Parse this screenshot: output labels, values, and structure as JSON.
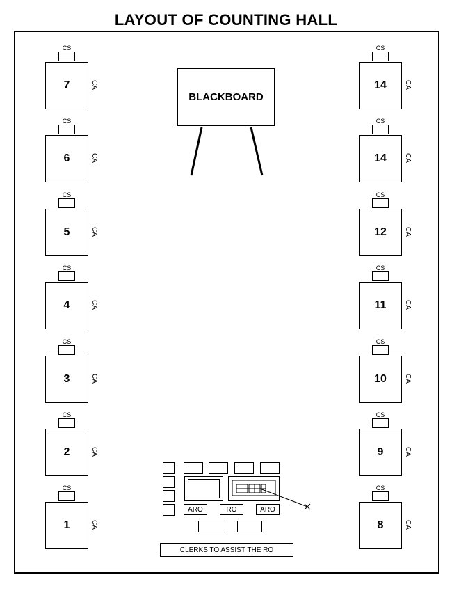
{
  "title": "LAYOUT OF COUNTING HALL",
  "blackboard_label": "BLACKBOARD",
  "cs_label": "CS",
  "ca_label": "CA",
  "left_tables": [
    "7",
    "6",
    "5",
    "4",
    "3",
    "2",
    "1"
  ],
  "right_tables": [
    "14",
    "14",
    "12",
    "11",
    "10",
    "9",
    "8"
  ],
  "officer_labels": {
    "aro_left": "ARO",
    "ro": "RO",
    "aro_right": "ARO"
  },
  "clerks_label": "CLERKS TO ASSIST THE RO"
}
